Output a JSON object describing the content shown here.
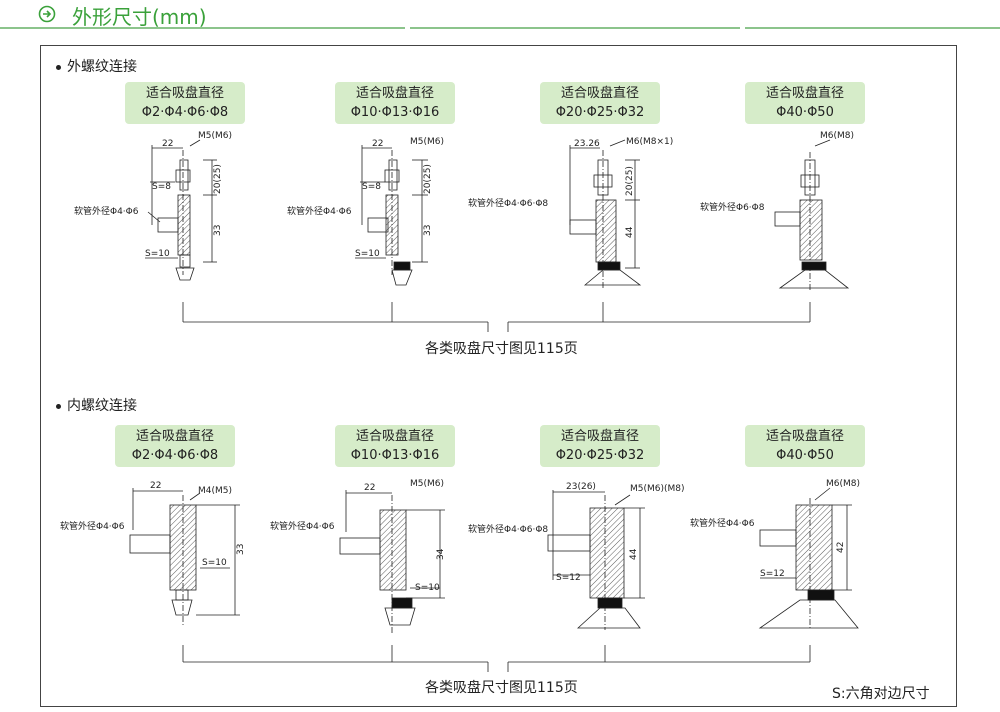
{
  "header": {
    "title": "外形尺寸(mm)",
    "icon": "arrow-circle-icon",
    "accent": "#3aa13a"
  },
  "sections": [
    {
      "title": "外螺纹连接",
      "note": "各类吸盘尺寸图见115页",
      "items": [
        {
          "box_title": "适合吸盘直径",
          "box_value": "Φ2·Φ4·Φ6·Φ8",
          "labels": {
            "width": "22",
            "thread": "M5(M6)",
            "hex_top": "S=8",
            "height_top": "20(25)",
            "hose": "软管外径Φ4·Φ6",
            "height_body": "33",
            "hex_bottom": "S=10"
          }
        },
        {
          "box_title": "适合吸盘直径",
          "box_value": "Φ10·Φ13·Φ16",
          "labels": {
            "width": "22",
            "thread": "M5(M6)",
            "hex_top": "S=8",
            "height_top": "20(25)",
            "hose": "软管外径Φ4·Φ6",
            "height_body": "33",
            "hex_bottom": "S=10"
          }
        },
        {
          "box_title": "适合吸盘直径",
          "box_value": "Φ20·Φ25·Φ32",
          "labels": {
            "width": "23.26",
            "thread": "M6(M8×1)",
            "height_top": "20(25)",
            "hose": "软管外径Φ4·Φ6·Φ8",
            "height_body": "44"
          }
        },
        {
          "box_title": "适合吸盘直径",
          "box_value": "Φ40·Φ50",
          "labels": {
            "thread": "M6(M8)",
            "hose": "软管外径Φ6·Φ8"
          }
        }
      ]
    },
    {
      "title": "内螺纹连接",
      "note": "各类吸盘尺寸图见115页",
      "items": [
        {
          "box_title": "适合吸盘直径",
          "box_value": "Φ2·Φ4·Φ6·Φ8",
          "labels": {
            "width": "22",
            "thread": "M4(M5)",
            "hose": "软管外径Φ4·Φ6",
            "height_body": "33",
            "hex_bottom": "S=10"
          }
        },
        {
          "box_title": "适合吸盘直径",
          "box_value": "Φ10·Φ13·Φ16",
          "labels": {
            "width": "22",
            "thread": "M5(M6)",
            "hose": "软管外径Φ4·Φ6",
            "height_body": "34",
            "hex_bottom": "S=10"
          }
        },
        {
          "box_title": "适合吸盘直径",
          "box_value": "Φ20·Φ25·Φ32",
          "labels": {
            "width": "23(26)",
            "thread": "M5(M6)(M8)",
            "hose": "软管外径Φ4·Φ6·Φ8",
            "height_body": "44",
            "hex_bottom": "S=12"
          }
        },
        {
          "box_title": "适合吸盘直径",
          "box_value": "Φ40·Φ50",
          "labels": {
            "thread": "M6(M8)",
            "hose": "软管外径Φ4·Φ6",
            "height_body": "42",
            "hex_bottom": "S=12"
          }
        }
      ]
    }
  ],
  "footnote": "S:六角对边尺寸",
  "colors": {
    "box_fill": "#d6ecc9",
    "line": "#222222"
  }
}
